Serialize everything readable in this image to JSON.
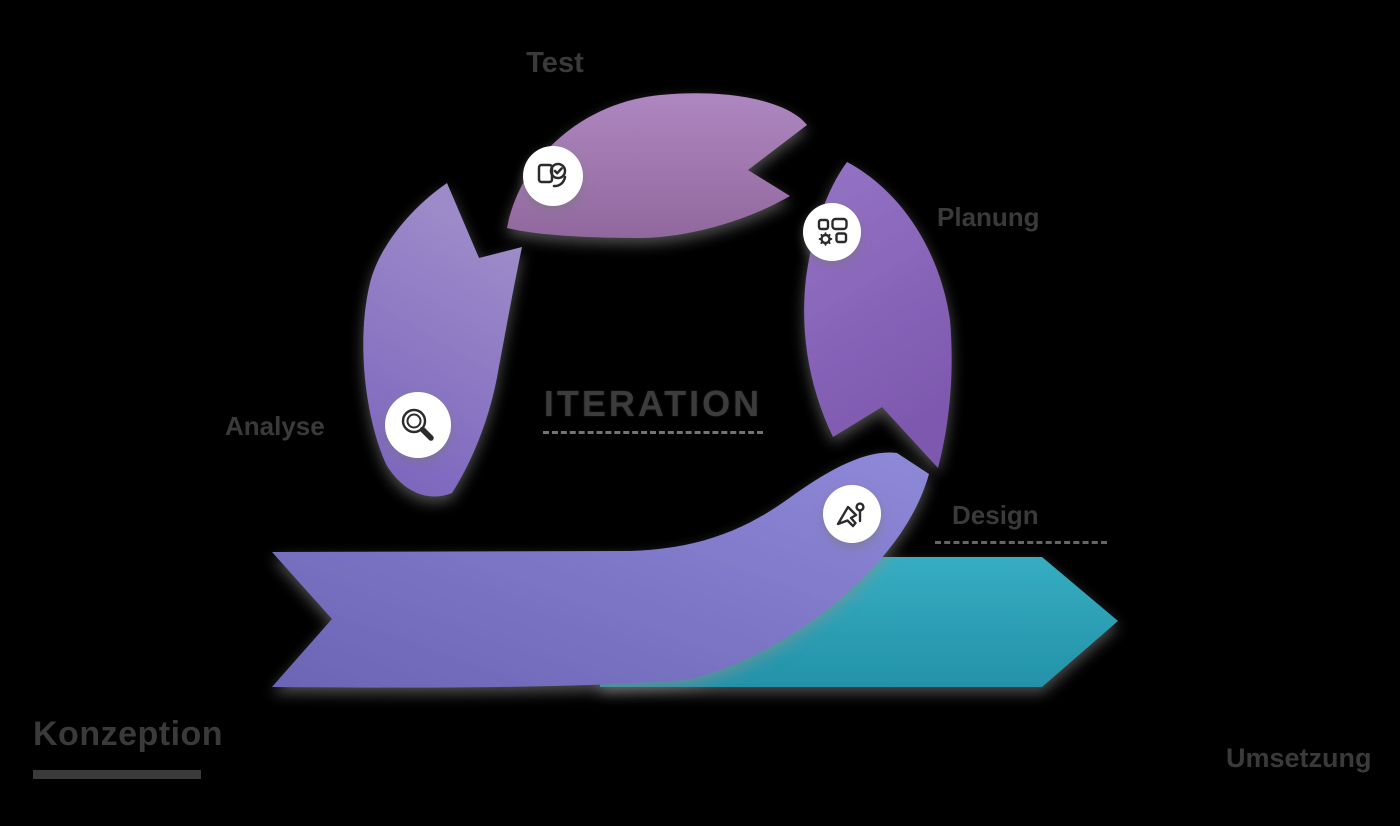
{
  "diagram": {
    "center_label": "ITERATION",
    "phases": [
      {
        "id": "test",
        "label": "Test",
        "icon": "document-check-icon"
      },
      {
        "id": "plan",
        "label": "Planung",
        "icon": "modules-gear-icon"
      },
      {
        "id": "design",
        "label": "Design",
        "icon": "design-cursor-icon"
      },
      {
        "id": "analyse",
        "label": "Analyse",
        "icon": "magnifier-icon"
      }
    ],
    "flow": {
      "start_label": "Konzeption",
      "end_label": "Umsetzung"
    }
  },
  "colors": {
    "background": "#000000",
    "text": "#3a3a3a",
    "arc_top_light": "#af87c0",
    "arc_top_dark": "#91689e",
    "arc_right_light": "#9474c6",
    "arc_right_dark": "#7e58ae",
    "arc_left_light": "#9d8bc9",
    "arc_left_dark": "#7a63bd",
    "swoosh_light": "#8f89d9",
    "swoosh_dark": "#6c64b4",
    "teal_light": "#36adc2",
    "teal_dark": "#2492a8",
    "badge_fill": "#ffffff",
    "icon_stroke": "#2b2b2b"
  }
}
